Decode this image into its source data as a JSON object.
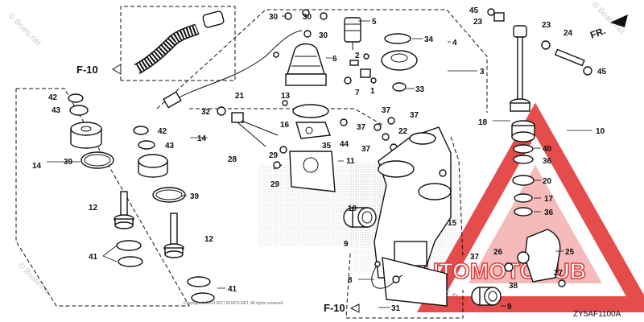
{
  "diagram": {
    "code": "ZY5AF1100A",
    "front_marker": "FR.",
    "ref_top": "F-10",
    "ref_bottom": "F-10",
    "watermarks": [
      "© Boats.net",
      "© Boats.net",
      "© Boats.net",
      "Boats.net"
    ],
    "copyright_line": "Copyright © 2004-2017 BOATS.NET. All rights reserved.",
    "logo_text": "AUTOMOTOHUB",
    "colors": {
      "line": "#111111",
      "logo_red": "#e23a3a",
      "watermark": "#c9c9c9"
    },
    "callouts": [
      "30",
      "30",
      "30",
      "5",
      "45",
      "23",
      "23",
      "24",
      "45",
      "34",
      "4",
      "2",
      "6",
      "3",
      "7",
      "1",
      "33",
      "42",
      "43",
      "39",
      "14",
      "12",
      "41",
      "42",
      "43",
      "14",
      "39",
      "12",
      "41",
      "32",
      "21",
      "28",
      "13",
      "16",
      "35",
      "29",
      "29",
      "11",
      "37",
      "37",
      "37",
      "37",
      "22",
      "44",
      "18",
      "40",
      "36",
      "20",
      "17",
      "36",
      "10",
      "26",
      "25",
      "9",
      "9",
      "8",
      "31",
      "37",
      "38",
      "27",
      "19",
      "15"
    ]
  }
}
